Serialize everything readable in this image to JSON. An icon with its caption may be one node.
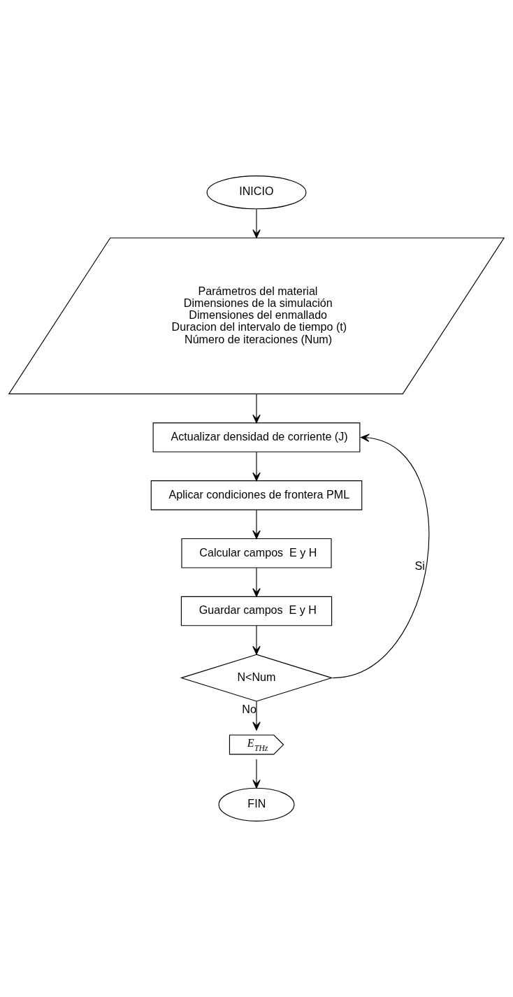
{
  "diagram": {
    "nodes": [
      {
        "text": [
          "INICIO"
        ]
      },
      {
        "text": [
          "Parámetros del material",
          "Dimensiones de la simulación",
          "Dimensiones del enmallado",
          "Duracion del intervalo de tiempo (t)",
          "Número de iteraciones (Num)"
        ]
      },
      {
        "text": [
          "Actualizar densidad de corriente (J)"
        ]
      },
      {
        "text": [
          "Aplicar condiciones de frontera PML"
        ]
      },
      {
        "text": [
          "Calcular campos  E y H"
        ]
      },
      {
        "text": [
          "Guardar campos  E y H"
        ]
      },
      {
        "text": [
          "N<Num"
        ]
      },
      {
        "text": [
          "*E*$_{THz}$"
        ]
      },
      {
        "text": [
          "FIN"
        ]
      }
    ],
    "edges": [
      {
        "from": 0,
        "to": 1,
        "arrow": "to"
      },
      {
        "from": 1,
        "to": 2,
        "arrow": "to"
      },
      {
        "from": 2,
        "to": 3,
        "arrow": "to"
      },
      {
        "from": 3,
        "to": 4,
        "arrow": "to"
      },
      {
        "from": 4,
        "to": 5,
        "arrow": "to"
      },
      {
        "from": 5,
        "to": 6,
        "arrow": "to"
      },
      {
        "from": 6,
        "to": 2,
        "arrow": "to",
        "label": "Si"
      },
      {
        "from": 6,
        "to": 7,
        "arrow": "to",
        "label": "No"
      },
      {
        "from": 7,
        "to": 8,
        "arrow": "to"
      }
    ]
  }
}
